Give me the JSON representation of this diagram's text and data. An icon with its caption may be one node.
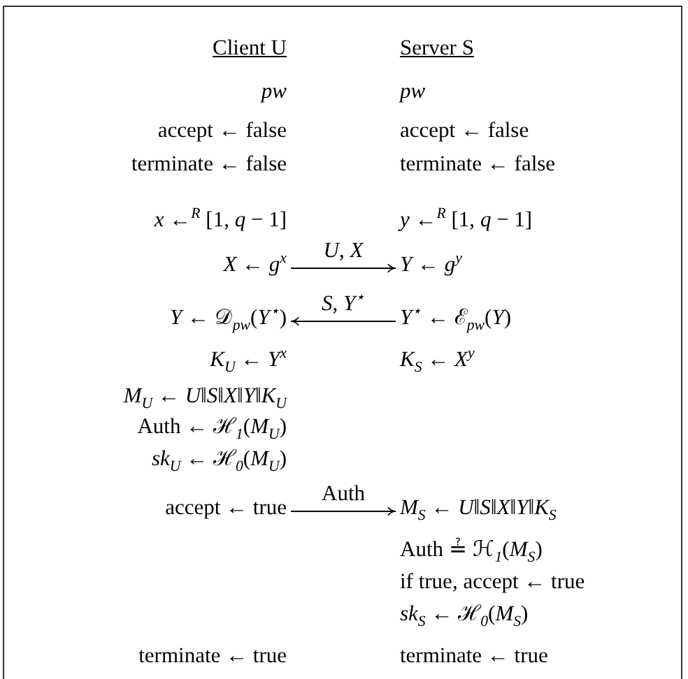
{
  "diagram": {
    "nodes": [
      {
        "text": [
          "*X* ← *g*$^{x}$"
        ]
      },
      {
        "text": [
          "*Y* ← *g*$^{y}$"
        ]
      },
      {
        "text": [
          "*Y* ← 𝒟$_{pw}$(*Y*$^{⋆}$)"
        ]
      },
      {
        "text": [
          "*Y*$^{⋆}$ ← ℰ$_{pw}$(*Y*)"
        ]
      },
      {
        "text": [
          "accept ← true"
        ]
      },
      {
        "text": [
          "*M*$_{S}$ ← *U*‖*S*‖*X*‖*Y*‖*K*$_{S}$"
        ]
      }
    ],
    "edges": [
      {
        "from": 0,
        "to": 1,
        "arrow": "to",
        "label": "*U*, *X*"
      },
      {
        "from": 3,
        "to": 2,
        "arrow": "to",
        "label": "*S*, *Y*$^{⋆}$"
      },
      {
        "from": 4,
        "to": 5,
        "arrow": "to",
        "label": "Auth"
      }
    ],
    "labels": [
      "Client U",
      "Server S",
      "*pw*",
      "*pw*",
      "accept ← false",
      "accept ← false",
      "terminate ← false",
      "terminate ← false",
      "*x* ←$^{R}$ [1, *q* − 1]",
      "*y* ←$^{R}$ [1, *q* − 1]",
      "*K*$_{U}$ ← *Y*$^{x}$",
      "*K*$_{S}$ ← *X*$^{y}$",
      "*M*$_{U}$ ← *U*‖*S*‖*X*‖*Y*‖*K*$_{U}$",
      "Auth ← ℋ$_{1}$(*M*$_{U}$)",
      "*sk*$_{U}$ ← ℋ$_{0}$(*M*$_{U}$)",
      "Auth ≟ ℋ$_{1}$(*M*$_{S}$)",
      "if true, accept ← true",
      "*sk*$_{S}$ ← ℋ$_{0}$(*M*$_{S}$)",
      "terminate ← true",
      "terminate ← true"
    ]
  }
}
